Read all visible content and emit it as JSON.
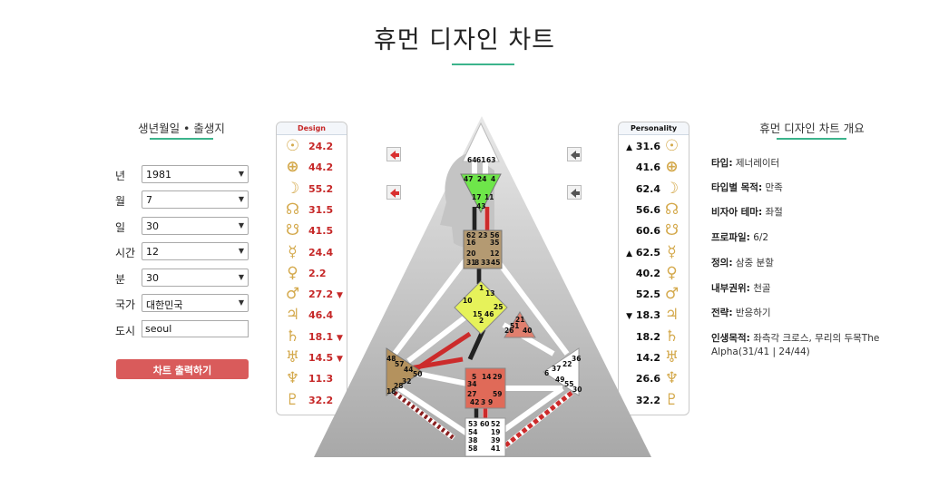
{
  "page_title": "휴먼 디자인 차트",
  "form": {
    "heading": "생년월일 • 출생지",
    "fields": [
      {
        "label": "년",
        "value": "1981"
      },
      {
        "label": "월",
        "value": "7"
      },
      {
        "label": "일",
        "value": "30"
      },
      {
        "label": "시간",
        "value": "12"
      },
      {
        "label": "분",
        "value": "30"
      },
      {
        "label": "국가",
        "value": "대한민국"
      }
    ],
    "city_label": "도시",
    "city_value": "seoul",
    "submit_label": "차트 출력하기"
  },
  "design": {
    "header": "Design",
    "rows": [
      {
        "glyph": "☉",
        "icon": "sun-icon",
        "value": "24.2",
        "arrow": ""
      },
      {
        "glyph": "⊕",
        "icon": "earth-icon",
        "value": "44.2",
        "arrow": ""
      },
      {
        "glyph": "☽",
        "icon": "moon-icon",
        "value": "55.2",
        "arrow": ""
      },
      {
        "glyph": "☊",
        "icon": "north-node-icon",
        "value": "31.5",
        "arrow": ""
      },
      {
        "glyph": "☋",
        "icon": "south-node-icon",
        "value": "41.5",
        "arrow": ""
      },
      {
        "glyph": "☿",
        "icon": "mercury-icon",
        "value": "24.4",
        "arrow": ""
      },
      {
        "glyph": "♀",
        "icon": "venus-icon",
        "value": "2.2",
        "arrow": ""
      },
      {
        "glyph": "♂",
        "icon": "mars-icon",
        "value": "27.2",
        "arrow": "▼"
      },
      {
        "glyph": "♃",
        "icon": "jupiter-icon",
        "value": "46.4",
        "arrow": ""
      },
      {
        "glyph": "♄",
        "icon": "saturn-icon",
        "value": "18.1",
        "arrow": "▼"
      },
      {
        "glyph": "♅",
        "icon": "uranus-icon",
        "value": "14.5",
        "arrow": "▼"
      },
      {
        "glyph": "♆",
        "icon": "neptune-icon",
        "value": "11.3",
        "arrow": ""
      },
      {
        "glyph": "♇",
        "icon": "pluto-icon",
        "value": "32.2",
        "arrow": ""
      }
    ]
  },
  "personality": {
    "header": "Personality",
    "rows": [
      {
        "glyph": "☉",
        "icon": "sun-icon",
        "value": "31.6",
        "arrow": "▲"
      },
      {
        "glyph": "⊕",
        "icon": "earth-icon",
        "value": "41.6",
        "arrow": ""
      },
      {
        "glyph": "☽",
        "icon": "moon-icon",
        "value": "62.4",
        "arrow": ""
      },
      {
        "glyph": "☊",
        "icon": "north-node-icon",
        "value": "56.6",
        "arrow": ""
      },
      {
        "glyph": "☋",
        "icon": "south-node-icon",
        "value": "60.6",
        "arrow": ""
      },
      {
        "glyph": "☿",
        "icon": "mercury-icon",
        "value": "62.5",
        "arrow": "▲"
      },
      {
        "glyph": "♀",
        "icon": "venus-icon",
        "value": "40.2",
        "arrow": ""
      },
      {
        "glyph": "♂",
        "icon": "mars-icon",
        "value": "52.5",
        "arrow": ""
      },
      {
        "glyph": "♃",
        "icon": "jupiter-icon",
        "value": "18.3",
        "arrow": "▼"
      },
      {
        "glyph": "♄",
        "icon": "saturn-icon",
        "value": "18.2",
        "arrow": ""
      },
      {
        "glyph": "♅",
        "icon": "uranus-icon",
        "value": "14.2",
        "arrow": ""
      },
      {
        "glyph": "♆",
        "icon": "neptune-icon",
        "value": "26.6",
        "arrow": ""
      },
      {
        "glyph": "♇",
        "icon": "pluto-icon",
        "value": "32.2",
        "arrow": ""
      }
    ]
  },
  "overview": {
    "heading": "휴먼 디자인 차트 개요",
    "items": [
      {
        "key": "타입:",
        "value": "제너레이터"
      },
      {
        "key": "타입별 목적:",
        "value": "만족"
      },
      {
        "key": "비자아 테마:",
        "value": "좌절"
      },
      {
        "key": "프로파일:",
        "value": "6/2"
      },
      {
        "key": "정의:",
        "value": "삼중 분할"
      },
      {
        "key": "내부권위:",
        "value": "천골"
      },
      {
        "key": "전략:",
        "value": "반응하기"
      },
      {
        "key": "인생목적:",
        "value": "좌측각 크로스, 무리의 두목The Alpha(31/41 | 24/44)"
      }
    ]
  },
  "bodygraph": {
    "head_gates": [
      "64",
      "61",
      "63"
    ],
    "ajna_gates": [
      "47",
      "24",
      "4",
      "17",
      "11",
      "43"
    ],
    "throat_gates": [
      "62",
      "23",
      "56",
      "16",
      "35",
      "20",
      "12",
      "31",
      "8",
      "33",
      "45"
    ],
    "g_gates": [
      "1",
      "13",
      "10",
      "25",
      "15",
      "46",
      "2"
    ],
    "ego_gates": [
      "21",
      "51",
      "26",
      "40"
    ],
    "spleen_gates": [
      "48",
      "57",
      "44",
      "50",
      "32",
      "28",
      "18"
    ],
    "sacral_gates": [
      "5",
      "14",
      "29",
      "34",
      "27",
      "59",
      "42",
      "3",
      "9"
    ],
    "solar_gates": [
      "36",
      "22",
      "37",
      "6",
      "49",
      "55",
      "30"
    ],
    "root_gates": [
      "53",
      "60",
      "52",
      "54",
      "19",
      "38",
      "39",
      "58",
      "41"
    ]
  },
  "colors": {
    "accent": "#3cb48c",
    "button": "#d95b5b",
    "design_red": "#c62828",
    "glyph_gold": "#d4a94c"
  }
}
